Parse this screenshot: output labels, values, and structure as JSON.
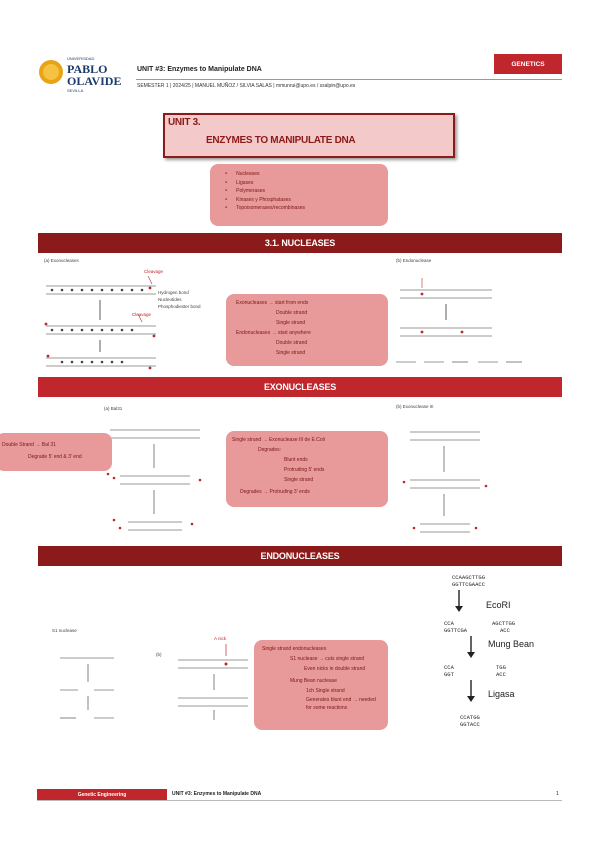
{
  "header": {
    "title": "UNIT #3: Enzymes to Manipulate DNA",
    "subtitle": "SEMESTER 1 | 2024/25 | MANUEL MUÑOZ / SILVIA SALAS | mmunrui@upo.es / ssalpin@upo.es",
    "tag": "GENETICS",
    "logo_text": [
      "UNIVERSIDAD",
      "PABLO",
      "OLAVIDE",
      "SEVILLA"
    ]
  },
  "unit": {
    "line1": "UNIT 3.",
    "line2": "ENZYMES TO MANIPULATE DNA"
  },
  "topics": [
    "Nucleases",
    "Ligases",
    "Polymerases",
    "Kinases y Phosphatases",
    "Topoisomerases/recombinases"
  ],
  "section1": {
    "title": "3.1. NUCLEASES",
    "fig_a_label": "(a) Exonucleases",
    "fig_b_label": "(b) Endonuclease",
    "cleavage_1": "Cleavage",
    "cleavage_2": "Cleavage",
    "h_bond": "Hydrogen bond",
    "nucleotides": "Nucleotides",
    "phospho": "Phosphodiester bond",
    "note": {
      "exo": "Exonucleases → start from ends",
      "exo_sub": [
        "Double strand",
        "Single strand"
      ],
      "endo": "Endonucleases → start anywhere",
      "endo_sub": [
        "Double strand",
        "Single strand"
      ]
    }
  },
  "section2": {
    "title": "EXONUCLEASES",
    "fig_a": "(a) Bal31",
    "fig_b": "(b) Exonuclease III",
    "left_note": {
      "title": "Double Strand → Bal 31",
      "item": "Degrade 5' end & 3' end"
    },
    "note": {
      "title": "Single strand → Exonuclease III de E.Coli",
      "degrades": "Degrades:",
      "items": [
        "Blunt ends",
        "Protruding 5' ends",
        "Single strand"
      ],
      "last": "Degrades → Protruding 3' ends"
    }
  },
  "section3": {
    "title": "ENDONUCLEASES",
    "fig_label": "S1 nuclease",
    "fig_b": "(b)",
    "a_nick": "A nick",
    "note": {
      "title": "Single strand endonucleases",
      "s1": "S1 nuclease → cuts single strand",
      "s1_sub": "Even nicks in double strand",
      "mung": "Mung Bean nuclease",
      "mung_sub": [
        "1ch Single strand",
        "Generates blunt end → needed for some reactions"
      ]
    },
    "seq": {
      "top1": "CCAAGCTTGG",
      "top2": "GGTTCGAACC",
      "enz1": "EcoRI",
      "mid1a": "CCA",
      "mid1b": "AGCTTGG",
      "mid2a": "GGTTCGA",
      "mid2b": "ACC",
      "enz2": "Mung Bean",
      "m3a": "CCA",
      "m3b": "TGG",
      "m4a": "GGT",
      "m4b": "ACC",
      "enz3": "Ligasa",
      "bot1": "CCATGG",
      "bot2": "GGTACC"
    }
  },
  "footer": {
    "left": "Genetic Engineering",
    "center": "UNIT #3: Enzymes to Manipulate DNA",
    "page": "1"
  },
  "colors": {
    "dark_red": "#8b1a1a",
    "red": "#c0272d",
    "pink": "#e89a9a",
    "light_pink": "#f4c9c9"
  }
}
